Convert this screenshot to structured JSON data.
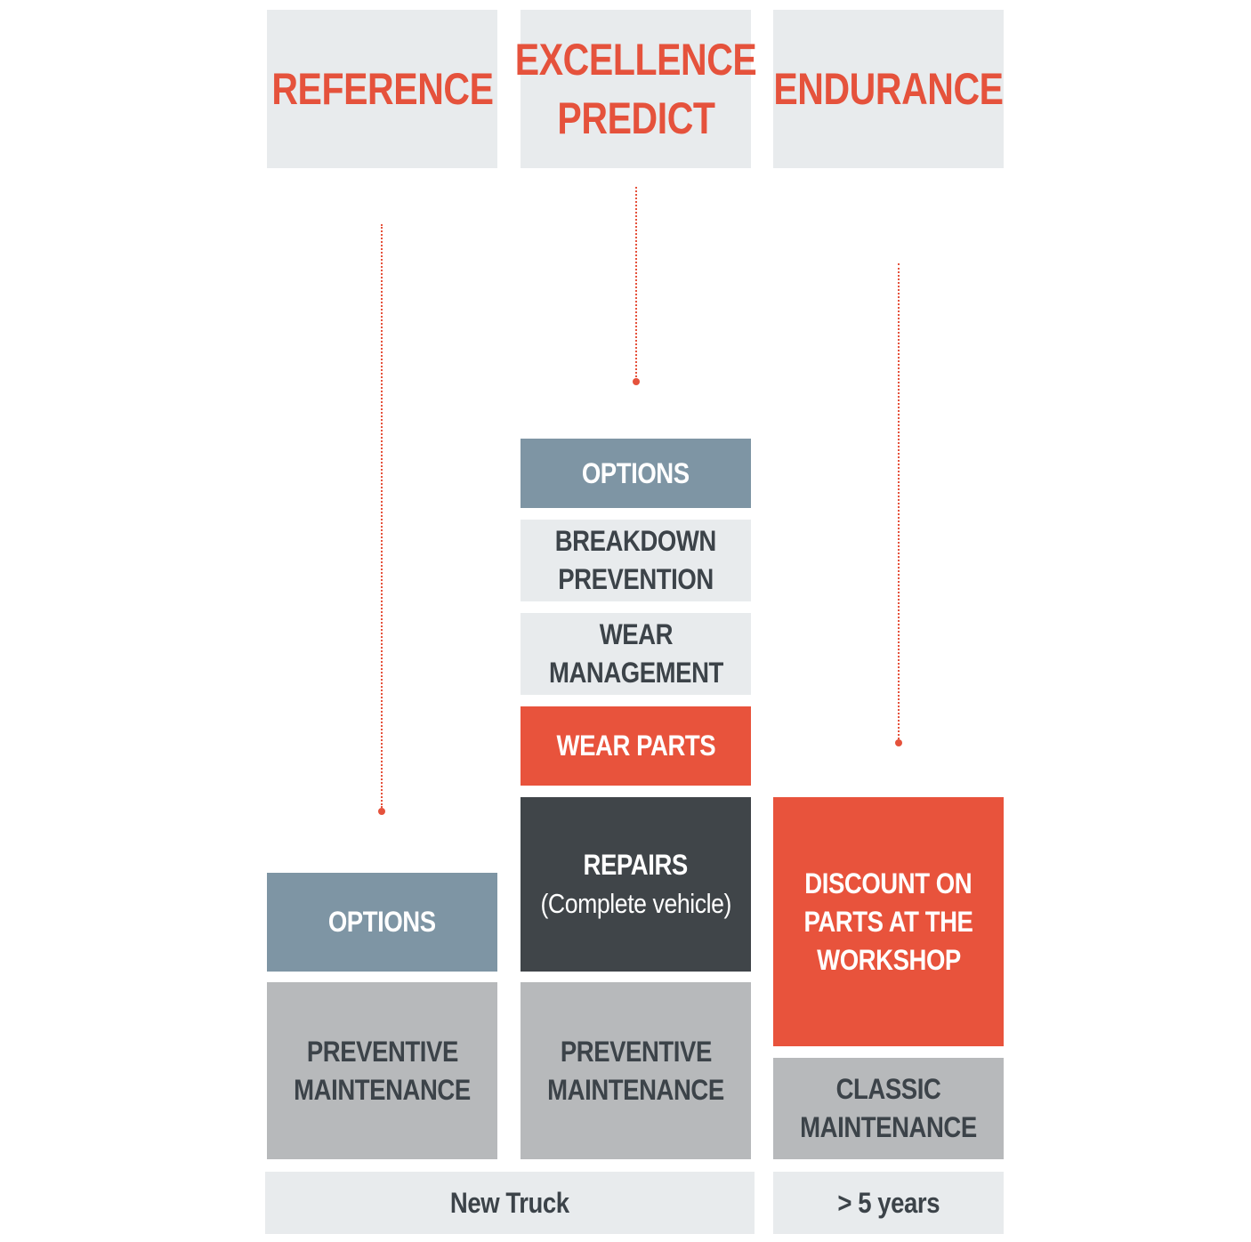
{
  "headers": {
    "reference": "REFERENCE",
    "excellence_line1": "EXCELLENCE",
    "excellence_line2": "PREDICT",
    "endurance": "ENDURANCE"
  },
  "reference_stack": {
    "options": "OPTIONS",
    "preventive_line1": "PREVENTIVE",
    "preventive_line2": "MAINTENANCE"
  },
  "excellence_stack": {
    "options": "OPTIONS",
    "breakdown_line1": "BREAKDOWN",
    "breakdown_line2": "PREVENTION",
    "wear_mgmt_line1": "WEAR",
    "wear_mgmt_line2": "MANAGEMENT",
    "wear_parts": "WEAR PARTS",
    "repairs_line1": "REPAIRS",
    "repairs_line2": "(Complete vehicle)",
    "preventive_line1": "PREVENTIVE",
    "preventive_line2": "MAINTENANCE"
  },
  "endurance_stack": {
    "discount_line1": "DISCOUNT ON",
    "discount_line2": "PARTS AT THE",
    "discount_line3": "WORKSHOP",
    "classic_line1": "CLASSIC",
    "classic_line2": "MAINTENANCE"
  },
  "footer": {
    "new_truck": "New Truck",
    "five_years": "> 5 years"
  },
  "colors": {
    "accent_red": "#e8533c",
    "steel_blue": "#7e95a4",
    "light_grey": "#e8ebed",
    "mid_grey": "#b7b9bb",
    "dark_grey": "#404549"
  }
}
